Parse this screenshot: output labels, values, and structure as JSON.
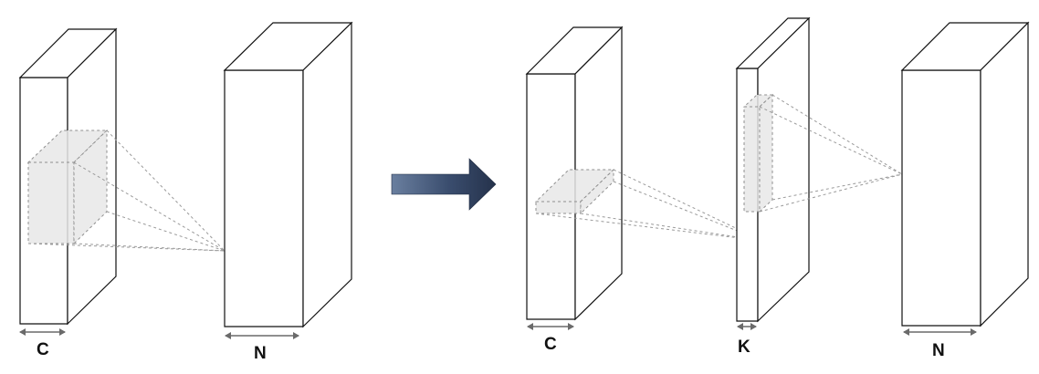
{
  "labels": {
    "left_input_channels": "C",
    "left_output_channels": "N",
    "right_input_channels": "C",
    "right_intermediate_channels": "K",
    "right_output_channels": "N"
  },
  "colors": {
    "outline": "#111111",
    "receptive_field_fill": "#e7e7e7",
    "dashed_lines": "#9a9a9a",
    "dimension_arrows": "#6a6a6a",
    "transform_arrow_dark": "#2a3a55",
    "transform_arrow_light": "#6a7f9f"
  },
  "icons": {
    "transform_arrow": "right-arrow-icon"
  }
}
